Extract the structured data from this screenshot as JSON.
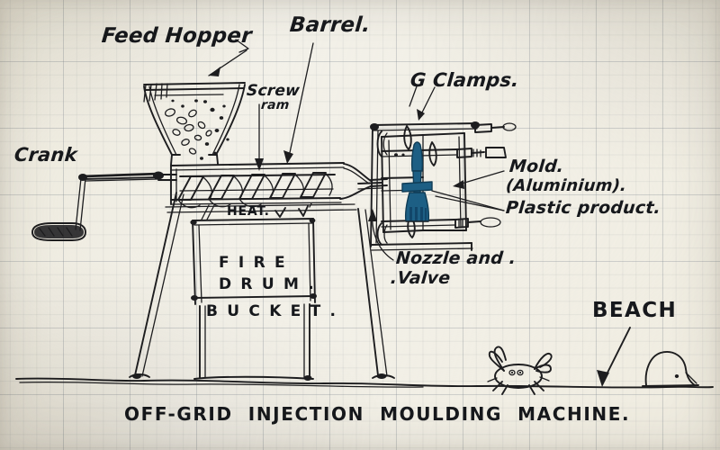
{
  "sketch": {
    "medium": "ballpoint pen on graph paper",
    "title_caption": "OFF-GRID  INJECTION  MOULDING  MACHINE.",
    "paper_color": "#f3f1e9",
    "grid_color": "#7a828c",
    "ink_color": "#1d1d1f",
    "accent_color": "#1d5f85"
  },
  "labels": {
    "feed_hopper": "Feed Hopper",
    "barrel": "Barrel.",
    "screw_line1": "Screw",
    "screw_line2": "ram",
    "crank": "Crank",
    "clamps": "G Clamps.",
    "mold": "Mold.",
    "mold_material": "(Aluminium).",
    "plastic_product": "Plastic product.",
    "nozzle_line1": "Nozzle and .",
    "nozzle_line2": ".Valve",
    "heat": "HEAT.",
    "fire_line1": "F I R E",
    "fire_line2": "D R U M .",
    "bucket": "B U C K E T .",
    "beach": "BEACH"
  },
  "parts": [
    {
      "name": "feed-hopper",
      "description": "funnel holding plastic pellets"
    },
    {
      "name": "barrel",
      "description": "heated tube containing the screw"
    },
    {
      "name": "screw-ram",
      "description": "auger that pushes melt forward"
    },
    {
      "name": "crank",
      "description": "hand crank driving the screw"
    },
    {
      "name": "fire-drum",
      "description": "bucket of fire heating the barrel"
    },
    {
      "name": "nozzle-valve",
      "description": "outlet to the mould"
    },
    {
      "name": "mould",
      "description": "aluminium mould held by G clamps"
    },
    {
      "name": "plastic-product",
      "description": "blue moulded fork"
    },
    {
      "name": "beach-scene",
      "description": "crab and rock on a ground line"
    }
  ]
}
